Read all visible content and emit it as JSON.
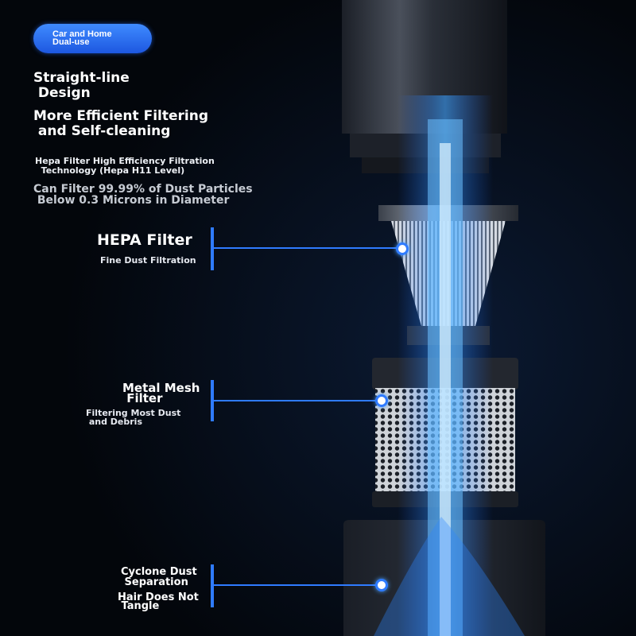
{
  "badge": {
    "label": "Car and Home\nDual-use"
  },
  "headline": {
    "line1": "Straight-line\n Design",
    "line2": "More Efficient Filtering\n and Self-cleaning"
  },
  "tech_note": "Hepa Filter High Efficiency Filtration\n  Technology (Hepa H11 Level)",
  "claim": "Can Filter 99.99% of Dust Particles\n Below 0.3 Microns in Diameter",
  "callouts": [
    {
      "title": "HEPA Filter",
      "subtitle": "Fine Dust Filtration"
    },
    {
      "title": "Metal Mesh\n Filter",
      "subtitle": "Filtering Most Dust\n and Debris"
    },
    {
      "title": "Cyclone Dust\n Separation",
      "subtitle": "Hair Does Not\n Tangle"
    }
  ],
  "colors": {
    "accent": "#2f7bff",
    "background": "#04070d",
    "beam": "#2a8cff"
  }
}
